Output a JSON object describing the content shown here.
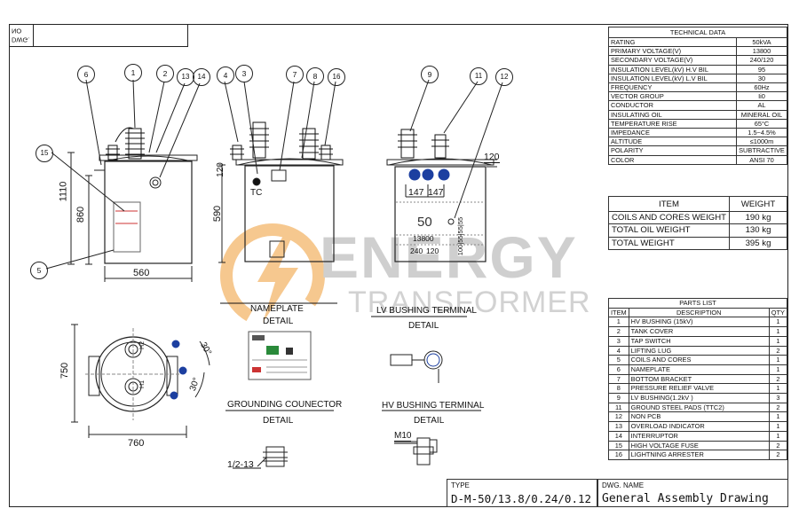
{
  "corner_box": {
    "line1": "NO",
    "line2": "DWG."
  },
  "watermark": {
    "line1": "ENERGY",
    "line2": "TRANSFORMER"
  },
  "technical_data": {
    "title": "TECHNICAL DATA",
    "rows": [
      {
        "label": "RATING",
        "value": "50kVA"
      },
      {
        "label": "PRIMARY VOLTAGE(V)",
        "value": "13800"
      },
      {
        "label": "SECONDARY VOLTAGE(V)",
        "value": "240/120"
      },
      {
        "label": "INSULATION LEVEL(kV) H.V BIL",
        "value": "95"
      },
      {
        "label": "INSULATION LEVEL(kV) L.V BIL",
        "value": "30"
      },
      {
        "label": "FREQUENCY",
        "value": "60Hz"
      },
      {
        "label": "VECTOR GROUP",
        "value": "Ii0"
      },
      {
        "label": "CONDUCTOR",
        "value": "AL"
      },
      {
        "label": "INSULATING OIL",
        "value": "MINERAL OIL"
      },
      {
        "label": "TEMPERATURE RISE",
        "value": "65°C"
      },
      {
        "label": "IMPEDANCE",
        "value": "1.5~4.5%"
      },
      {
        "label": "ALTITUDE",
        "value": "≤1000m"
      },
      {
        "label": "POLARITY",
        "value": "SUBTRACTIVE"
      },
      {
        "label": "COLOR",
        "value": "ANSI 70"
      }
    ]
  },
  "weights": {
    "header_item": "ITEM",
    "header_weight": "WEIGHT",
    "rows": [
      {
        "item": "COILS AND CORES WEIGHT",
        "weight": "190 kg"
      },
      {
        "item": "TOTAL OIL WEIGHT",
        "weight": "130 kg"
      },
      {
        "item": "TOTAL WEIGHT",
        "weight": "395 kg"
      }
    ]
  },
  "parts_list": {
    "title": "PARTS LIST",
    "header_item": "ITEM",
    "header_desc": "DESCRIPTION",
    "header_qty": "QTY",
    "rows": [
      {
        "item": "1",
        "desc": "HV BUSHING (15kV)",
        "qty": "1"
      },
      {
        "item": "2",
        "desc": "TANK COVER",
        "qty": "1"
      },
      {
        "item": "3",
        "desc": "TAP SWITCH",
        "qty": "1"
      },
      {
        "item": "4",
        "desc": "LIFTING LUG",
        "qty": "2"
      },
      {
        "item": "5",
        "desc": "COILS AND CORES",
        "qty": "1"
      },
      {
        "item": "6",
        "desc": "NAMEPLATE",
        "qty": "1"
      },
      {
        "item": "7",
        "desc": "BOTTOM BRACKET",
        "qty": "2"
      },
      {
        "item": "8",
        "desc": "PRESSURE RELIEF VALVE",
        "qty": "1"
      },
      {
        "item": "9",
        "desc": "LV BUSHING(1.2kV )",
        "qty": "3"
      },
      {
        "item": "11",
        "desc": "GROUND STEEL PADS (TTC2)",
        "qty": "2"
      },
      {
        "item": "12",
        "desc": "NON PCB",
        "qty": "1"
      },
      {
        "item": "13",
        "desc": "OVERLOAD INDICATOR",
        "qty": "1"
      },
      {
        "item": "14",
        "desc": "INTERRUPTOR",
        "qty": "1"
      },
      {
        "item": "15",
        "desc": "HIGH VOLTAGE FUSE",
        "qty": "2"
      },
      {
        "item": "16",
        "desc": "LIGHTNING ARRESTER",
        "qty": "2"
      }
    ]
  },
  "title_block": {
    "type_label": "TYPE",
    "type_value": "D-M-50/13.8/0.24/0.12",
    "dwg_label": "DWG. NAME",
    "dwg_value": "General Assembly Drawing"
  },
  "details": {
    "nameplate_title": "NAMEPLATE",
    "lv_title": "LV BUSHING TERMINAL",
    "grounding_title": "GROUNDING COUNECTOR",
    "hv_title": "HV BUSHING TERMINAL",
    "detail": "DETAIL"
  },
  "dimensions": {
    "front_height_total": "1110",
    "front_height_tank": "860",
    "front_width": "560",
    "side_cover_gap": "120",
    "side_height": "590",
    "tc": "TC",
    "rear_top": "120",
    "rear_spacing_1": "147",
    "rear_spacing_2": "147",
    "rear_50": "50",
    "rear_13800": "13800",
    "rear_240": "240",
    "rear_120": "120",
    "rear_right_stack": "100|55|55|55",
    "plan_depth": "750",
    "plan_width": "760",
    "angle_1": "30°",
    "angle_2": "30°",
    "h1": "H1",
    "h2": "H2",
    "m10": "M10",
    "thread": "1/2-13"
  },
  "balloons": {
    "b1": "1",
    "b2": "2",
    "b3": "3",
    "b4": "4",
    "b5": "5",
    "b6": "6",
    "b7": "7",
    "b8": "8",
    "b9": "9",
    "b11": "11",
    "b12": "12",
    "b13": "13",
    "b14": "14",
    "b15": "15",
    "b16": "16"
  },
  "colors": {
    "accent_blue": "#1c3fa0",
    "watermark_orange": "#f4b56b",
    "watermark_gray": "#c8c8c8"
  }
}
